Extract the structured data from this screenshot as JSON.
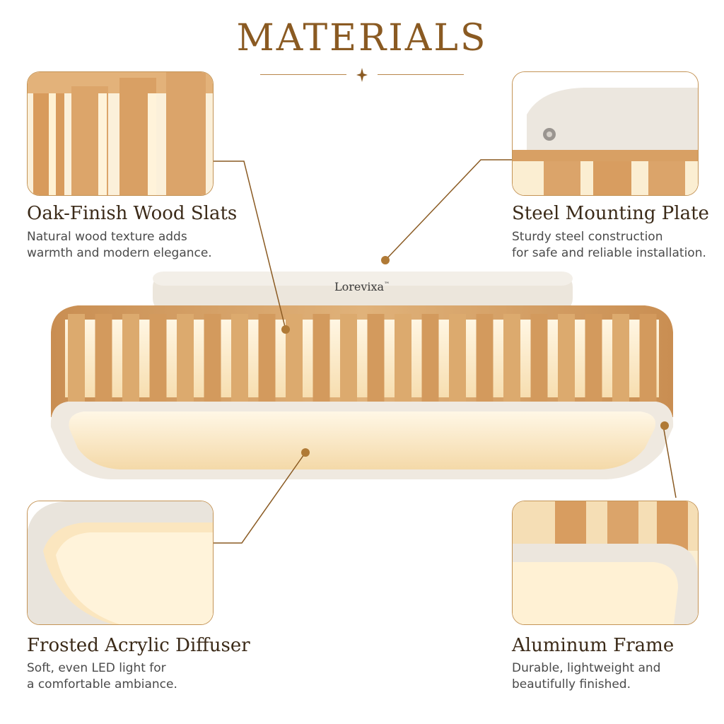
{
  "header": {
    "title": "MATERIALS"
  },
  "brand": {
    "name": "Lorevixa",
    "tm": "™"
  },
  "features": {
    "wood": {
      "title": "Oak-Finish Wood Slats",
      "line1": "Natural wood texture adds",
      "line2": "warmth and modern elegance."
    },
    "steel": {
      "title": "Steel Mounting Plate",
      "line1": "Sturdy steel construction",
      "line2": "for safe and reliable installation."
    },
    "diffuser": {
      "title": "Frosted Acrylic Diffuser",
      "line1": "Soft, even LED light for",
      "line2": "a comfortable ambiance."
    },
    "frame": {
      "title": "Aluminum Frame",
      "line1": "Durable, lightweight and",
      "line2": "beautifully finished."
    }
  },
  "colors": {
    "accent": "#8a5a22",
    "wood": "#d9a86e",
    "glow": "#fff1d6",
    "frame": "#efe9e0"
  }
}
